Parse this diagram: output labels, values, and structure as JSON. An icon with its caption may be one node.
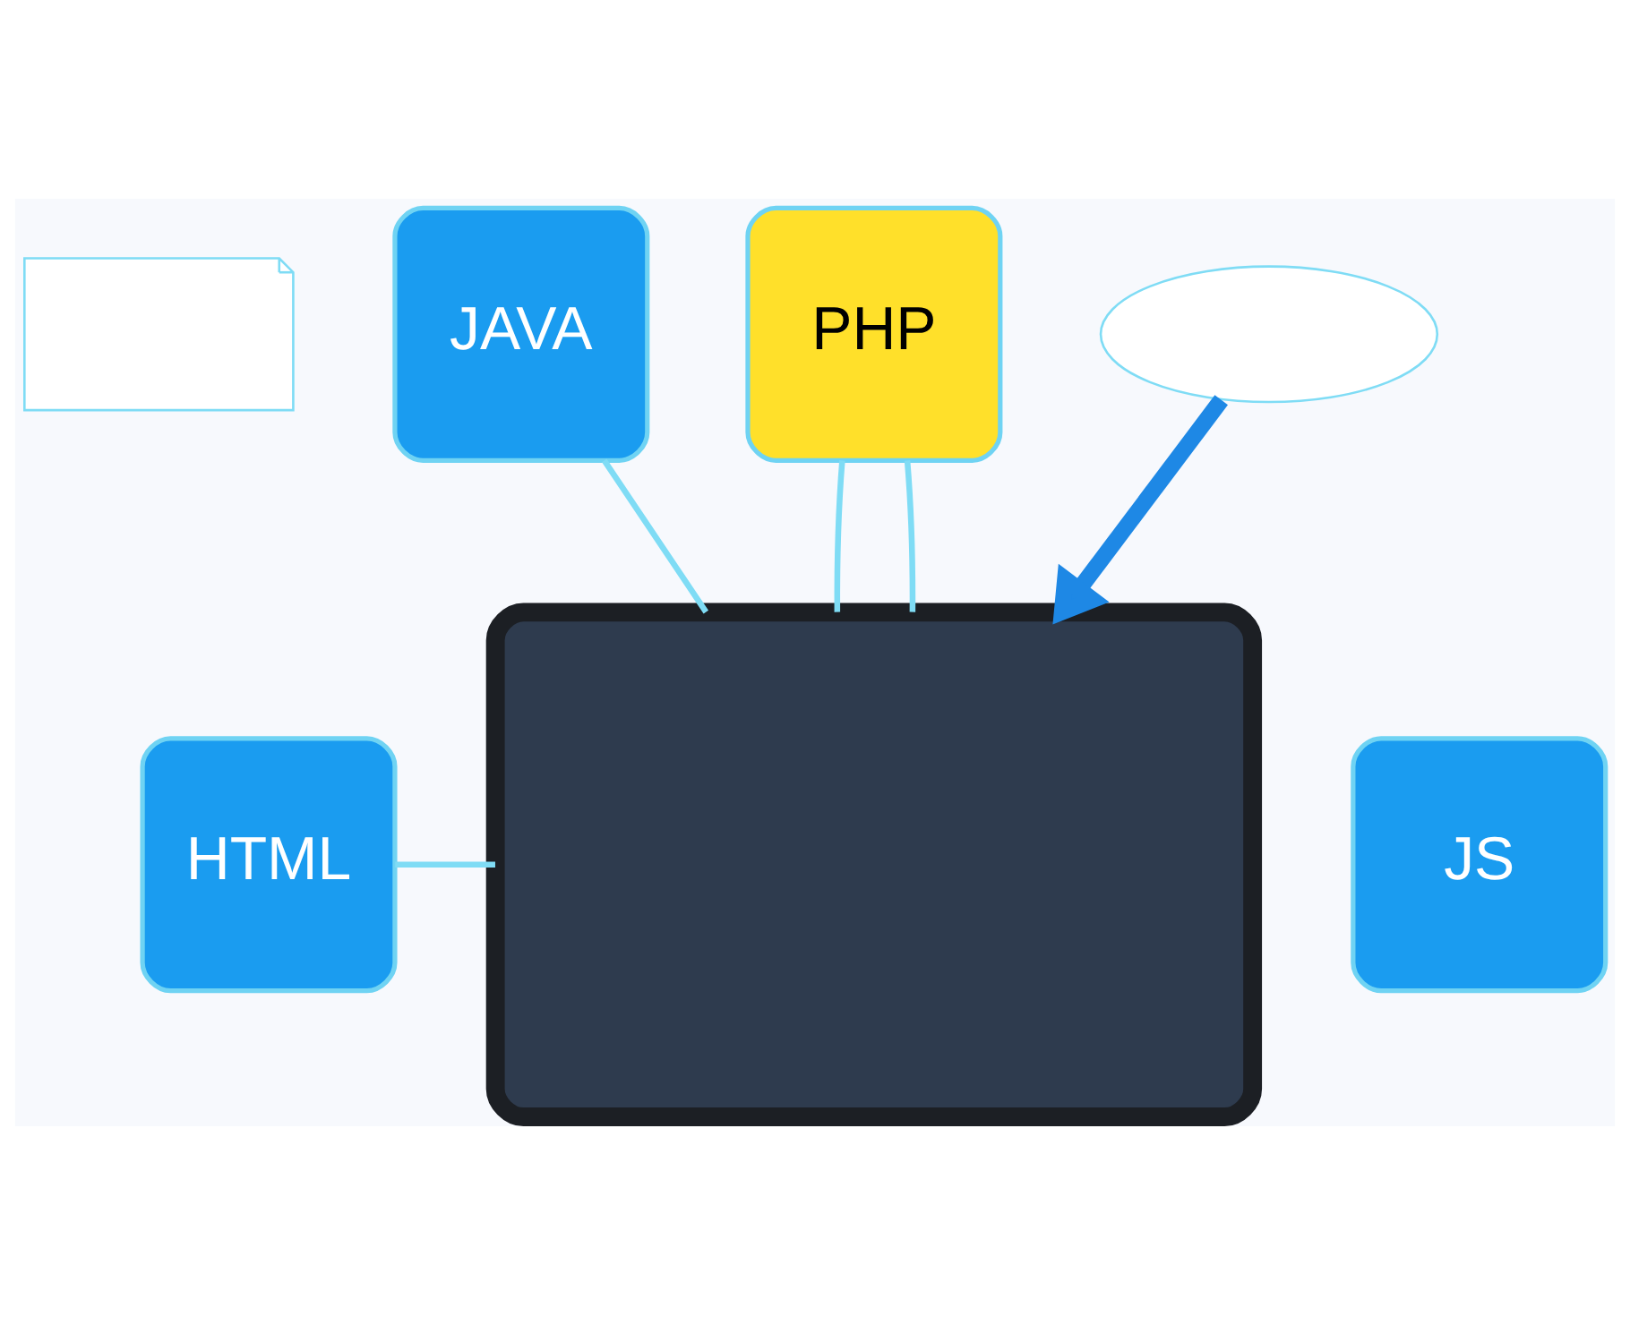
{
  "diagram": {
    "nodes": [
      {
        "text": [],
        "shape": "bubble"
      },
      {
        "text": [
          "JAVA"
        ]
      },
      {
        "text": [
          "PHP"
        ]
      },
      {
        "text": [],
        "shape": "cloud"
      },
      {
        "text": [],
        "shape": "box"
      },
      {
        "text": [
          "HTML"
        ]
      },
      {
        "text": [
          "JS"
        ]
      }
    ],
    "edges": [
      {
        "from": 1,
        "to": 4,
        "arrow": "none"
      },
      {
        "from": 2,
        "to": 4,
        "arrow": "none"
      },
      {
        "from": 2,
        "to": 4,
        "arrow": "none"
      },
      {
        "from": 5,
        "to": 4,
        "arrow": "none"
      },
      {
        "from": 3,
        "to": 4,
        "arrow": "to",
        "style": "thick",
        "color": "#1e88e5"
      }
    ]
  }
}
